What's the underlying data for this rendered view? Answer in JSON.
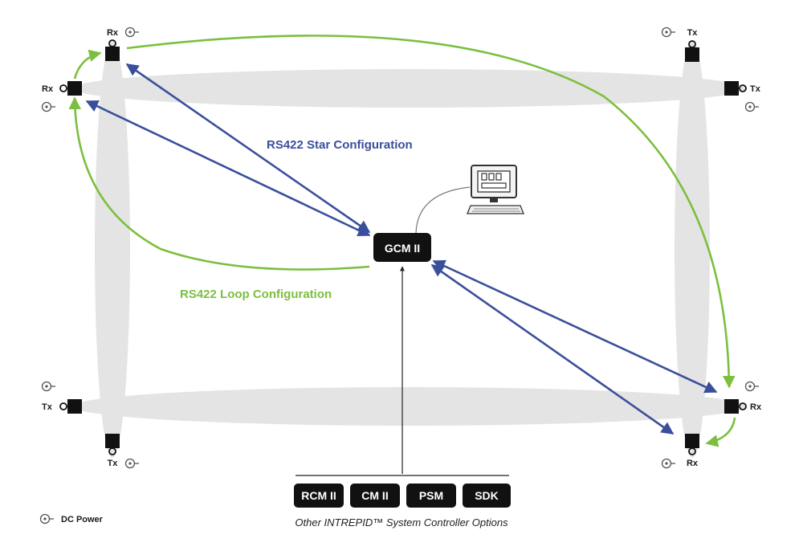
{
  "hub": {
    "label": "GCM II"
  },
  "star_label": "RS422 Star Configuration",
  "loop_label": "RS422 Loop Configuration",
  "nodes": {
    "tl_top": "Rx",
    "tl_left": "Rx",
    "tr_top": "Tx",
    "tr_right": "Tx",
    "bl_left": "Tx",
    "bl_bottom": "Tx",
    "br_right": "Rx",
    "br_bottom": "Rx"
  },
  "options": [
    "RCM II",
    "CM II",
    "PSM",
    "SDK"
  ],
  "options_caption": "Other INTREPID™ System Controller Options",
  "legend": {
    "label": "DC Power"
  },
  "colors": {
    "star": "#3a4f9c",
    "loop": "#7cbf3f",
    "band": "#e4e4e4",
    "box": "#111111"
  }
}
